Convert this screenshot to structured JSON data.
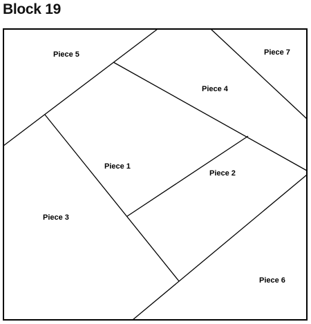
{
  "title": "Block 19",
  "pieces": [
    {
      "id": "piece-5",
      "label": "Piece 5"
    },
    {
      "id": "piece-7",
      "label": "Piece 7"
    },
    {
      "id": "piece-4",
      "label": "Piece 4"
    },
    {
      "id": "piece-1",
      "label": "Piece 1"
    },
    {
      "id": "piece-2",
      "label": "Piece 2"
    },
    {
      "id": "piece-3",
      "label": "Piece 3"
    },
    {
      "id": "piece-6",
      "label": "Piece 6"
    }
  ]
}
